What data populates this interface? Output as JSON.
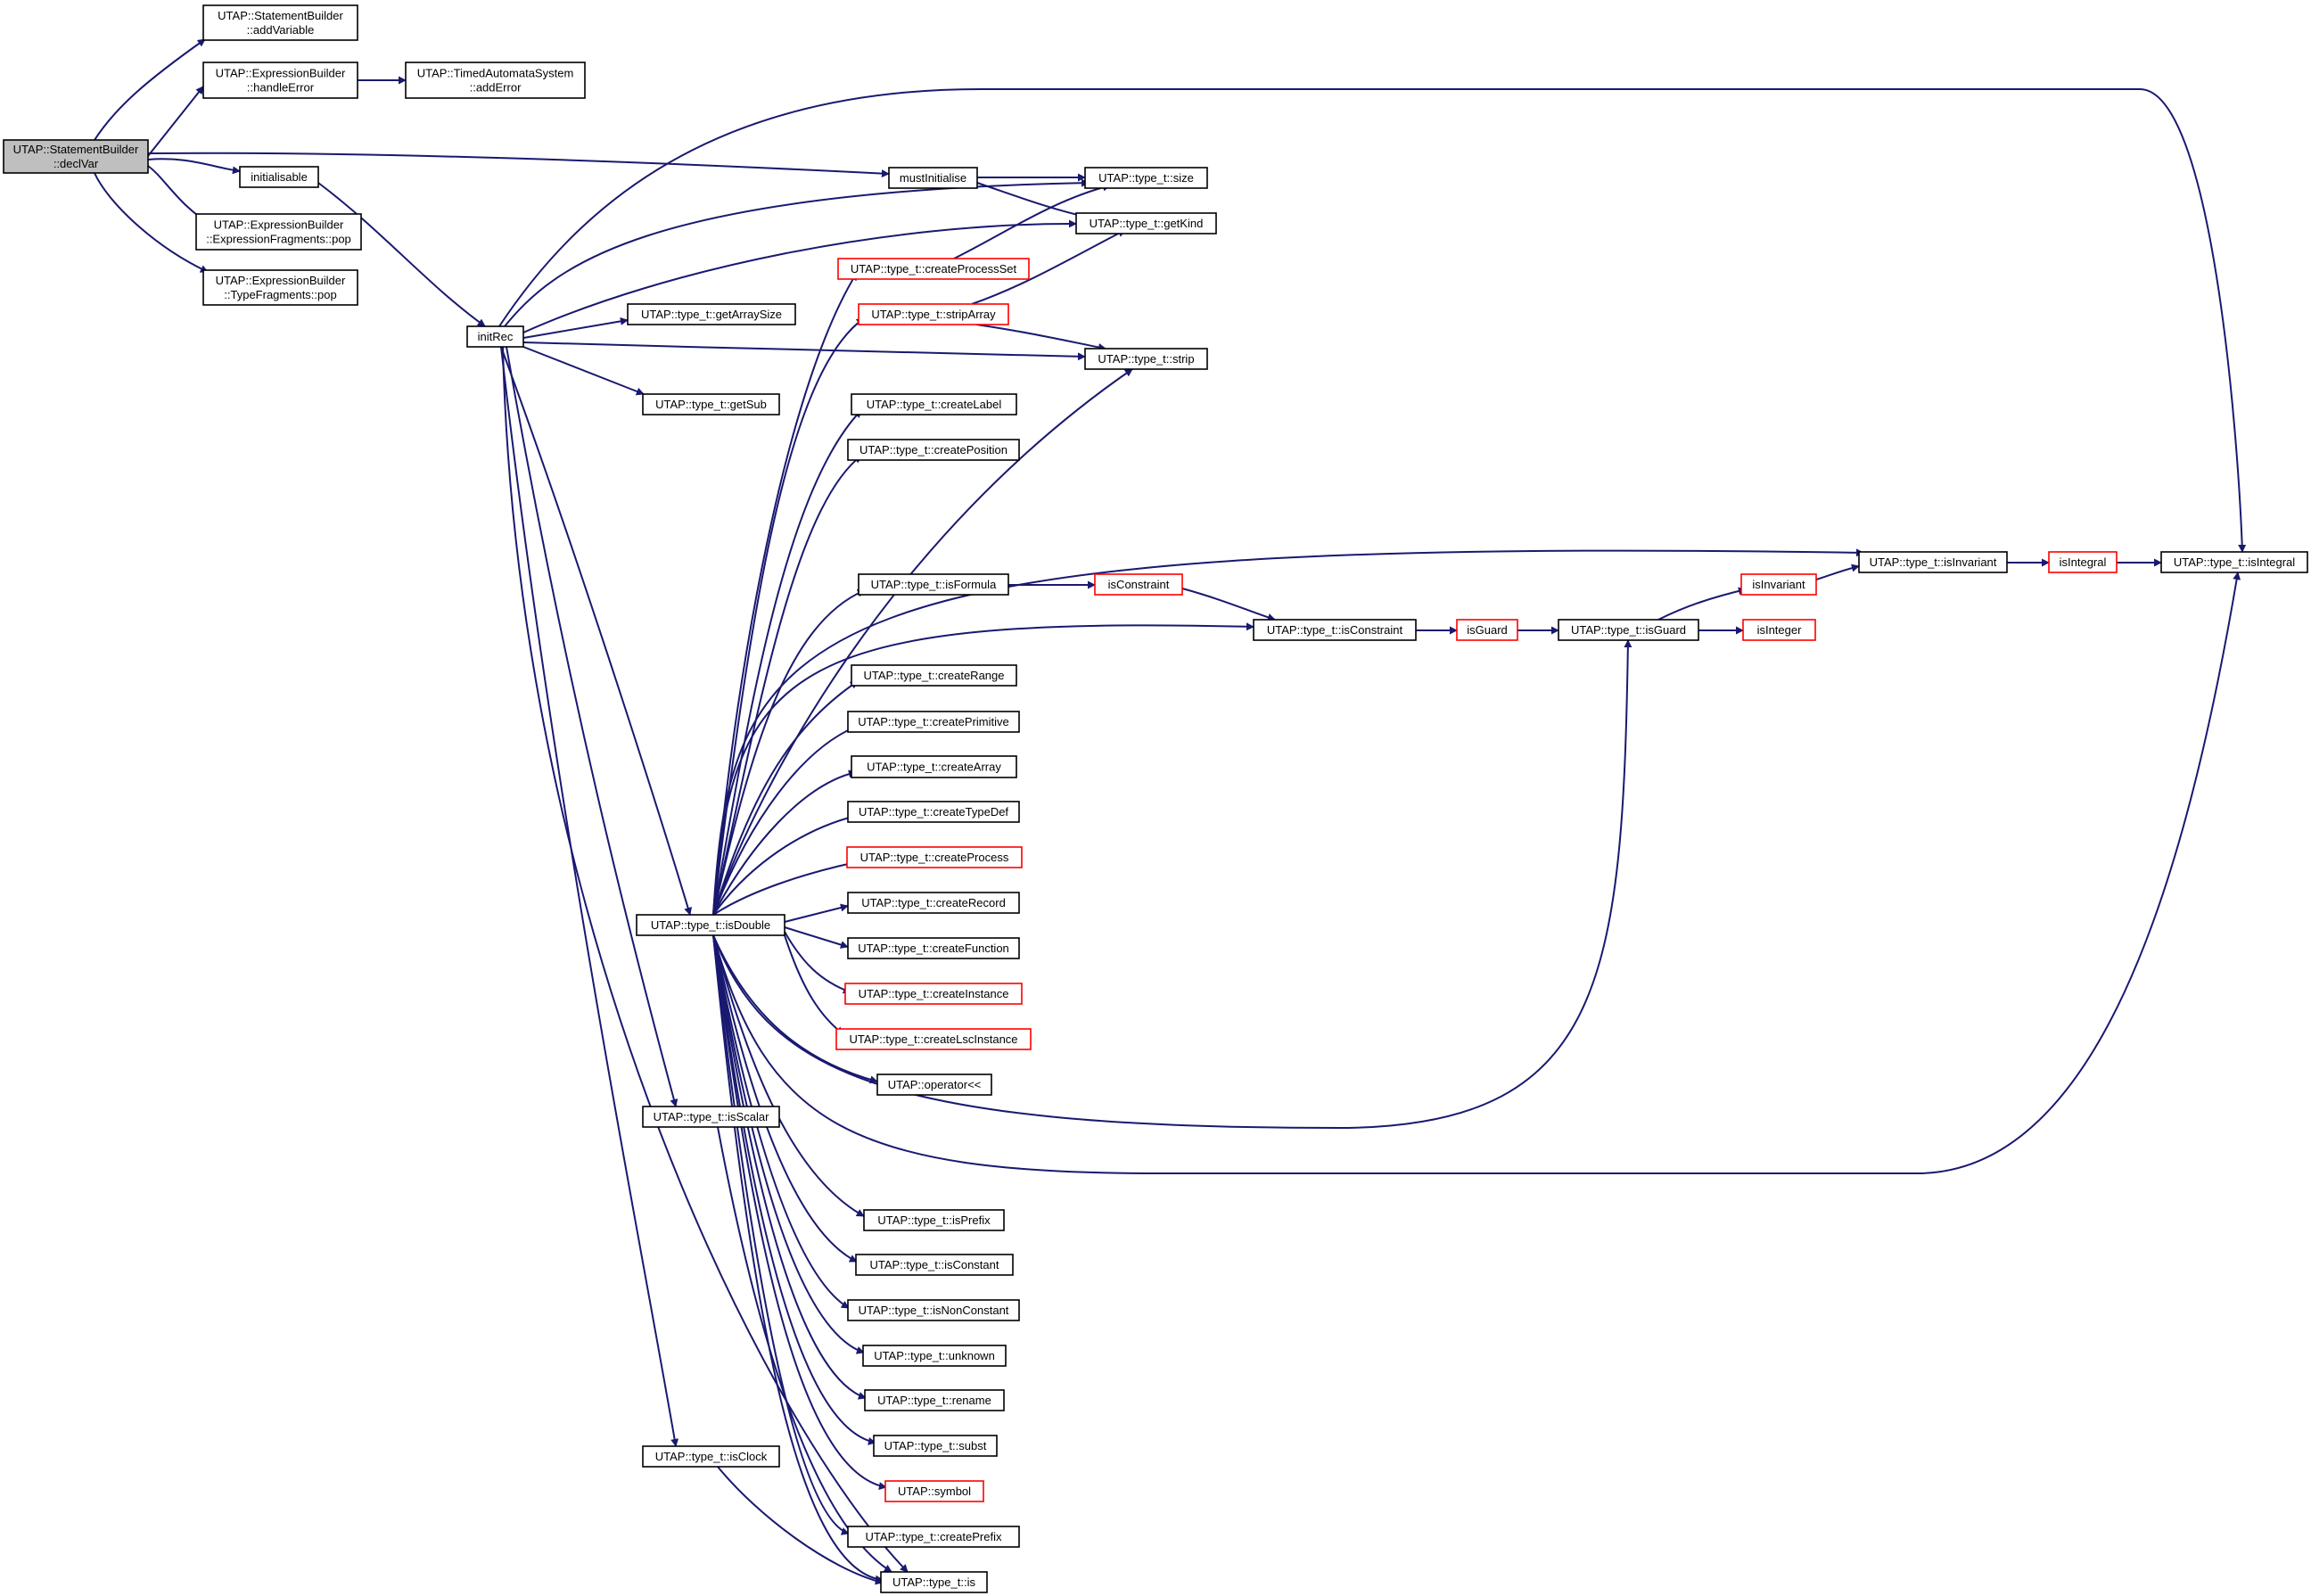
{
  "nodes": {
    "declVar": "UTAP::StatementBuilder\n::declVar",
    "addVariable": "UTAP::StatementBuilder\n::addVariable",
    "handleError": "UTAP::ExpressionBuilder\n::handleError",
    "addError": "UTAP::TimedAutomataSystem\n::addError",
    "initialisable": "initialisable",
    "exprFragPop": "UTAP::ExpressionBuilder\n::ExpressionFragments::pop",
    "typeFragPop": "UTAP::ExpressionBuilder\n::TypeFragments::pop",
    "mustInitialise": "mustInitialise",
    "size": "UTAP::type_t::size",
    "getKind": "UTAP::type_t::getKind",
    "createProcessSet": "UTAP::type_t::createProcessSet",
    "initRec": "initRec",
    "getArraySize": "UTAP::type_t::getArraySize",
    "stripArray": "UTAP::type_t::stripArray",
    "strip": "UTAP::type_t::strip",
    "getSub": "UTAP::type_t::getSub",
    "createLabel": "UTAP::type_t::createLabel",
    "createPosition": "UTAP::type_t::createPosition",
    "isInvariantT": "UTAP::type_t::isInvariant",
    "isIntegralF": "isIntegral",
    "isIntegralT": "UTAP::type_t::isIntegral",
    "isInvariantF": "isInvariant",
    "isFormula": "UTAP::type_t::isFormula",
    "isConstraintF": "isConstraint",
    "isConstraintT": "UTAP::type_t::isConstraint",
    "isGuardF": "isGuard",
    "isGuardT": "UTAP::type_t::isGuard",
    "isInteger": "isInteger",
    "createRange": "UTAP::type_t::createRange",
    "createPrimitive": "UTAP::type_t::createPrimitive",
    "createArray": "UTAP::type_t::createArray",
    "createTypeDef": "UTAP::type_t::createTypeDef",
    "createProcess": "UTAP::type_t::createProcess",
    "isDouble": "UTAP::type_t::isDouble",
    "createRecord": "UTAP::type_t::createRecord",
    "createFunction": "UTAP::type_t::createFunction",
    "createInstance": "UTAP::type_t::createInstance",
    "createLscInstance": "UTAP::type_t::createLscInstance",
    "operatorLL": "UTAP::operator<<",
    "isScalar": "UTAP::type_t::isScalar",
    "isPrefix": "UTAP::type_t::isPrefix",
    "isConstant": "UTAP::type_t::isConstant",
    "isNonConstant": "UTAP::type_t::isNonConstant",
    "unknown": "UTAP::type_t::unknown",
    "rename": "UTAP::type_t::rename",
    "subst": "UTAP::type_t::subst",
    "symbol": "UTAP::symbol",
    "isClock": "UTAP::type_t::isClock",
    "createPrefix": "UTAP::type_t::createPrefix",
    "is": "UTAP::type_t::is"
  },
  "colors": {
    "edge": "#191970",
    "border": "#000000",
    "incomplete_border": "#ff0000",
    "root_fill": "#bfbfbf"
  }
}
